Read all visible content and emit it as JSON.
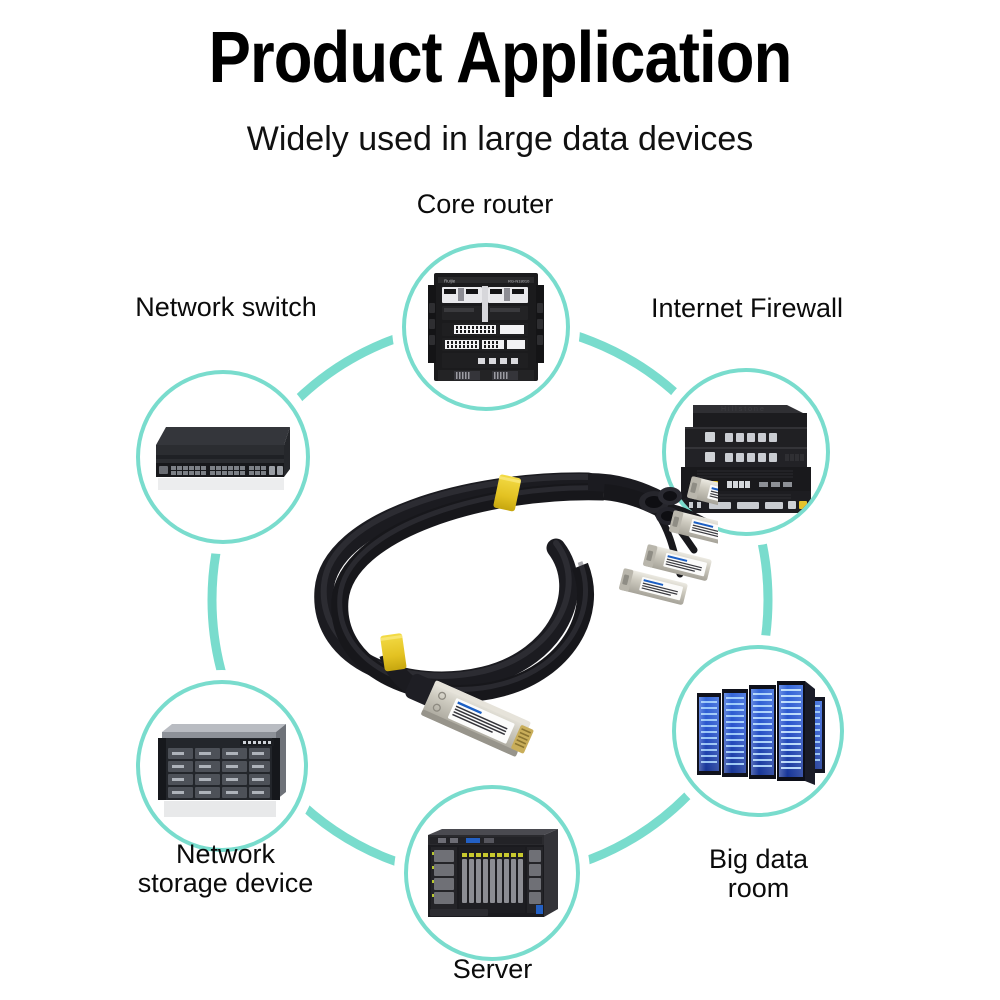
{
  "header": {
    "title": "Product Application",
    "subtitle": "Widely used in large data devices"
  },
  "theme": {
    "ring_color": "#79dccd",
    "bubble_border_color": "#79dccd",
    "background": "#ffffff",
    "title_color": "#000000",
    "label_color": "#0b0b0b",
    "cable_jacket_color": "#1d1d1f",
    "velcro_strap_color": "#e9c930",
    "connector_body_color": "#cfcdc4",
    "rack_glow_color": "#1f63f5"
  },
  "diagram": {
    "type": "radial-application-diagram",
    "center_product": {
      "name": "qsfp-to-4x-sfp-breakout-dac-cable",
      "description": "QSFP+ direct attach copper breakout cable with one QSFP end and four SFP+ ends",
      "connector_count_qsfp": 1,
      "connector_count_sfp": 4,
      "strap_count": 2
    },
    "nodes": [
      {
        "id": "core-router",
        "label": "Core router",
        "icon": "chassis-router-icon",
        "position": "top"
      },
      {
        "id": "firewall",
        "label": "Internet Firewall",
        "icon": "firewall-stack-icon",
        "position": "upper-right"
      },
      {
        "id": "bigdata",
        "label": "Big data\nroom",
        "icon": "server-racks-icon",
        "position": "lower-right"
      },
      {
        "id": "server",
        "label": "Server",
        "icon": "rack-server-icon",
        "position": "bottom"
      },
      {
        "id": "storage",
        "label": "Network\nstorage device",
        "icon": "storage-array-icon",
        "position": "lower-left"
      },
      {
        "id": "switch",
        "label": "Network switch",
        "icon": "rack-switch-icon",
        "position": "upper-left"
      }
    ]
  }
}
